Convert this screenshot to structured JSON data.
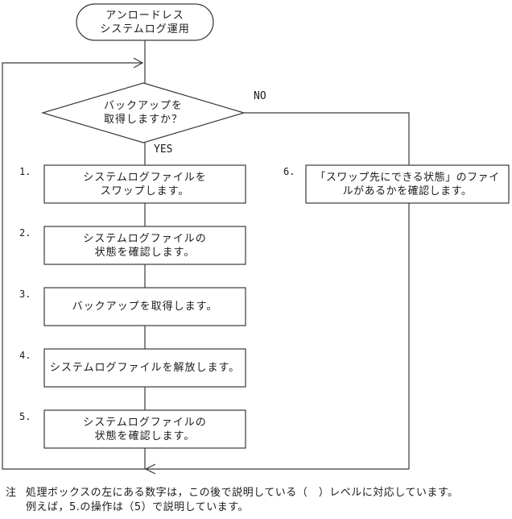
{
  "colors": {
    "line": "#3a3a3a",
    "text": "#1a1a1a",
    "background": "#ffffff"
  },
  "flowchart": {
    "start": {
      "line1": "アンロードレス",
      "line2": "システムログ運用"
    },
    "decision": {
      "line1": "バックアップを",
      "line2": "取得しますか？",
      "yes": "YES",
      "no": "NO"
    },
    "steps": [
      {
        "number": "1.",
        "line1": "システムログファイルを",
        "line2": "スワップします。"
      },
      {
        "number": "2.",
        "line1": "システムログファイルの",
        "line2": "状態を確認します。"
      },
      {
        "number": "3.",
        "line1": "バックアップを取得します。",
        "line2": ""
      },
      {
        "number": "4.",
        "line1": "システムログファイルを解放します。",
        "line2": ""
      },
      {
        "number": "5.",
        "line1": "システムログファイルの",
        "line2": "状態を確認します。"
      }
    ],
    "alt_step": {
      "number": "6.",
      "line1": "「スワップ先にできる状態」のファイ",
      "line2": "ルがあるかを確認します。"
    }
  },
  "note": {
    "marker": "注",
    "line1": "処理ボックスの左にある数字は，この後で説明している（　）レベルに対応しています。",
    "line2": "例えば，5.の操作は（5）で説明しています。"
  }
}
